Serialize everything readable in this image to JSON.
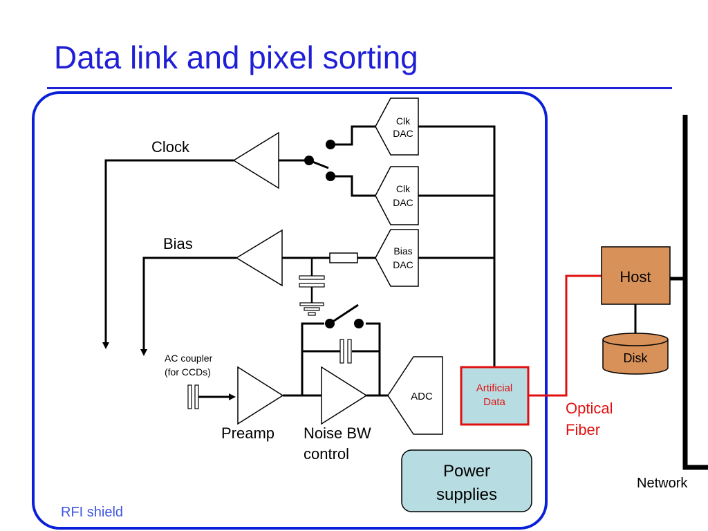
{
  "title": "Data link and pixel sorting",
  "colors": {
    "title": "#1f1fd6",
    "shield_border": "#0a20d8",
    "shield_label": "#3d55e0",
    "optical": "#e01010",
    "host_fill": "#d9915a",
    "power_fill": "#b7dde2",
    "artificial_fill": "#b7dde2"
  },
  "diagram": {
    "clock_label": "Clock",
    "bias_label": "Bias",
    "clk_dac_1": [
      "Clk",
      "DAC"
    ],
    "clk_dac_2": [
      "Clk",
      "DAC"
    ],
    "bias_dac": [
      "Bias",
      "DAC"
    ],
    "ac_coupler": [
      "AC coupler",
      "(for CCDs)"
    ],
    "preamp_label": "Preamp",
    "noise_bw_label": [
      "Noise BW",
      "control"
    ],
    "adc_label": "ADC",
    "artificial_data": [
      "Artificial",
      "Data"
    ],
    "optical_fiber": [
      "Optical",
      "Fiber"
    ],
    "host_label": "Host",
    "disk_label": "Disk",
    "network_label": "Network",
    "power_supplies": [
      "Power",
      "supplies"
    ],
    "rfi_shield_label": "RFI shield"
  }
}
